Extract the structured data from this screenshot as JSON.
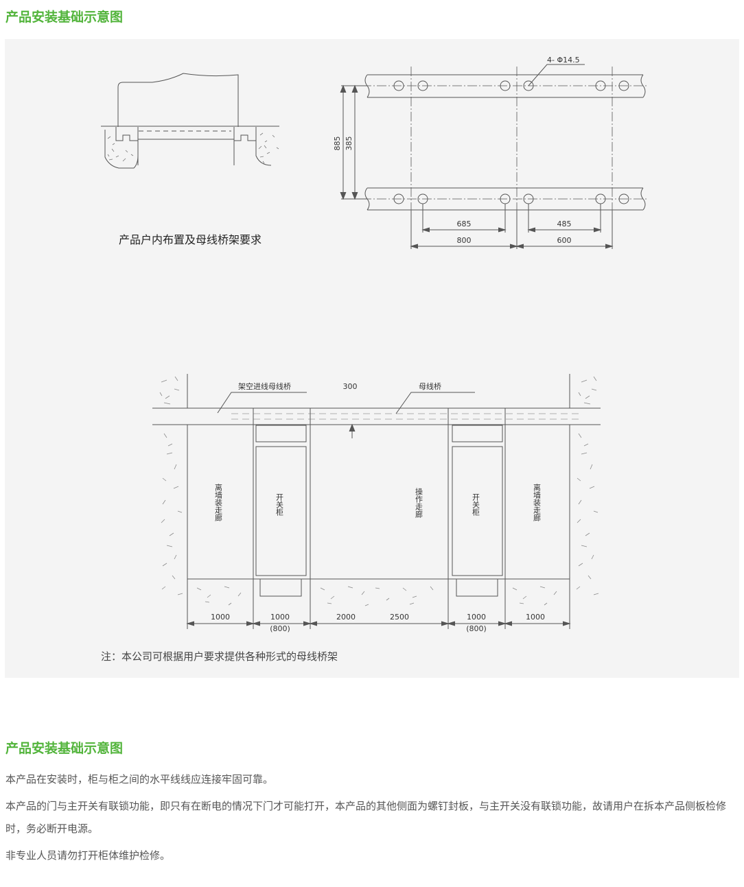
{
  "section1": {
    "title": "产品安装基础示意图"
  },
  "diagram_top_left": {
    "caption": "产品户内布置及母线桥架要求"
  },
  "diagram_top_right": {
    "holes_label": "4- Φ14.5",
    "dim_885": "885",
    "dim_385": "385",
    "dim_685": "685",
    "dim_485": "485",
    "dim_800": "800",
    "dim_600": "600"
  },
  "diagram_bottom": {
    "label_overhead_bus": "架空进线母线桥",
    "label_300": "300",
    "label_bus_bridge": "母线桥",
    "corridor_left": "离墙装走廊",
    "cabinet_left": "开关柜",
    "operation_corridor": "操作走廊",
    "cabinet_right": "开关柜",
    "corridor_right": "离墙装走廊",
    "dims": {
      "d1": "1000",
      "d2": "1000",
      "d2b": "(800)",
      "d3": "2000",
      "d4": "2500",
      "d5": "1000",
      "d5b": "(800)",
      "d6": "1000"
    }
  },
  "note": "注：本公司可根据用户要求提供各种形式的母线桥架",
  "section2": {
    "title": "产品安装基础示意图",
    "paragraphs": [
      "本产品在安装时，柜与柜之间的水平线线应连接牢固可靠。",
      "本产品的门与主开关有联锁功能，即只有在断电的情况下门才可能打开，本产品的其他侧面为螺钉封板，与主开关没有联锁功能，故请用户在拆本产品侧板检修时，务必断开电源。",
      "非专业人员请勿打开柜体维护检修。"
    ]
  },
  "colors": {
    "accent": "#52b43b",
    "panel_bg": "#f4f4f4"
  }
}
